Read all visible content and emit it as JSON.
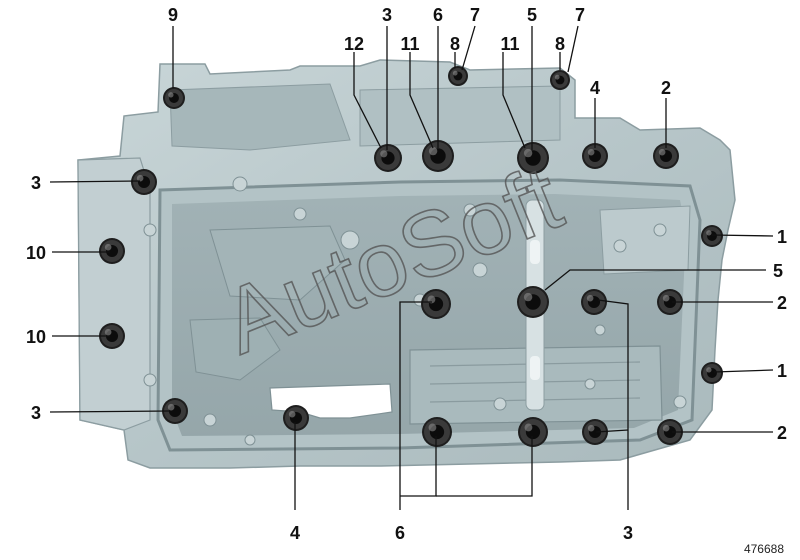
{
  "watermark": "AutoSoft",
  "part_number": "476688",
  "callouts": [
    {
      "label": "9"
    },
    {
      "label": "3"
    },
    {
      "label": "6"
    },
    {
      "label": "7"
    },
    {
      "label": "5"
    },
    {
      "label": "7"
    },
    {
      "label": "12"
    },
    {
      "label": "11"
    },
    {
      "label": "8"
    },
    {
      "label": "11"
    },
    {
      "label": "8"
    },
    {
      "label": "4"
    },
    {
      "label": "2"
    },
    {
      "label": "3"
    },
    {
      "label": "10"
    },
    {
      "label": "10"
    },
    {
      "label": "3"
    },
    {
      "label": "1"
    },
    {
      "label": "5"
    },
    {
      "label": "2"
    },
    {
      "label": "1"
    },
    {
      "label": "2"
    },
    {
      "label": "4"
    },
    {
      "label": "6"
    },
    {
      "label": "3"
    }
  ]
}
